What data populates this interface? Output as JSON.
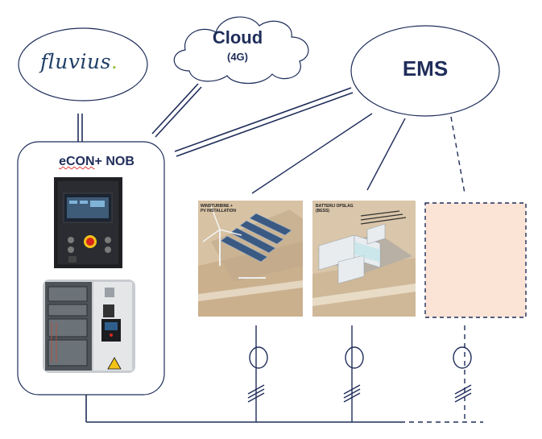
{
  "nodes": {
    "fluvius": {
      "logo_text": "fluvius",
      "logo_dot": "."
    },
    "cloud": {
      "title": "Cloud",
      "subtitle": "(4G)"
    },
    "ems": {
      "title": "EMS"
    },
    "econ": {
      "title_prefix": "eCON",
      "title_suffix": "+ NOB"
    }
  },
  "tiles": {
    "wind_pv": {
      "caption_line1": "WINDTURBINE +",
      "caption_line2": "PV INSTALLATION"
    },
    "battery": {
      "caption_line1": "BATTERIJ OPSLAG",
      "caption_line2": "(BESS)"
    }
  },
  "colors": {
    "navy": "#1f2d5a",
    "placeholder_fill": "#fbe3d6",
    "logo_green": "#8dbf3b",
    "warning_yellow": "#f3c318",
    "estop_red": "#d8261c"
  }
}
